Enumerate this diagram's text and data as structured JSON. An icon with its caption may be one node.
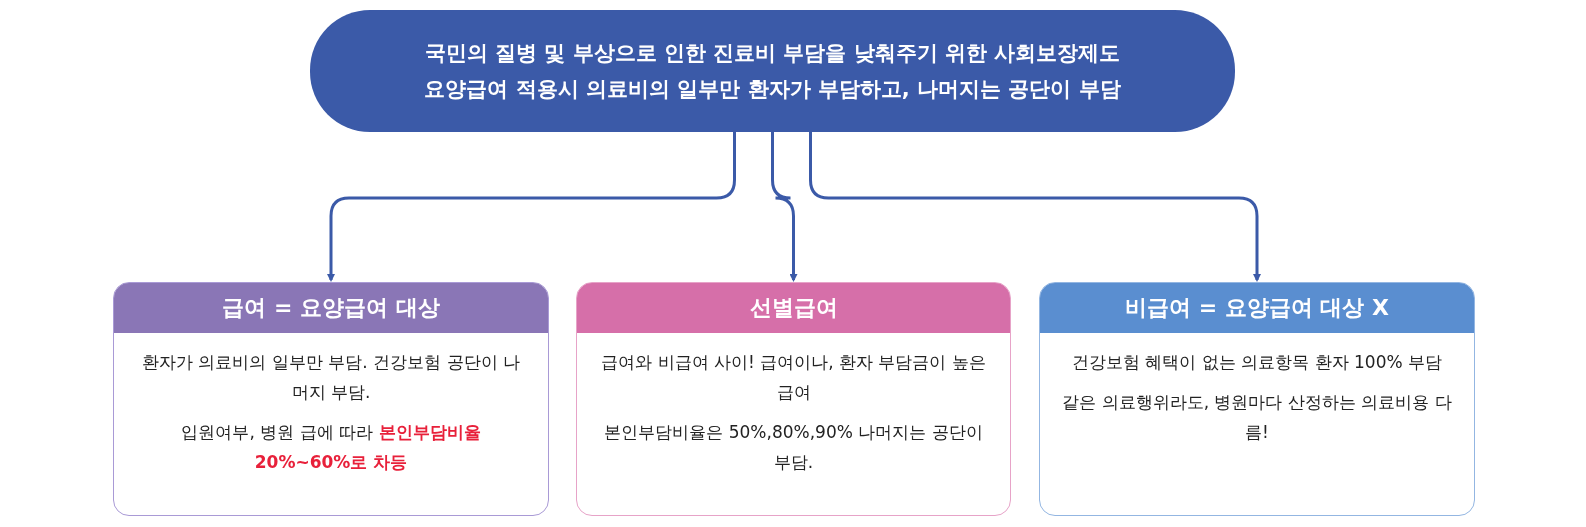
{
  "diagram": {
    "nodes": [
      {
        "text": [
          "국민의 질병 및 부상으로 인한 진료비 부담을 낮춰주기 위한 사회보장제도",
          "요양급여 적용시 의료비의 일부만 환자가 부담하고, 나머지는 공단이 부담"
        ]
      },
      {
        "text": [
          "급여 = 요양급여 대상",
          "환자가 의료비의 일부만 부담. 건강보험 공단이 나머지 부담.",
          "입원여부, 병원 급에 따라 **본인부담비율 20%~60%로 차등**"
        ]
      },
      {
        "text": [
          "선별급여",
          "급여와 비급여 사이! 급여이나, 환자 부담금이 높은 급여",
          "본인부담비율은 50%,80%,90% 나머지는 공단이 부담."
        ]
      },
      {
        "text": [
          "비급여 = 요양급여 대상 X",
          "건강보험 혜택이 없는 의료항목 환자 100% 부담",
          "같은 의료행위라도, 병원마다 산정하는 의료비용 다름!"
        ]
      }
    ],
    "edges": [
      {
        "from": 0,
        "to": 1,
        "arrow": "to"
      },
      {
        "from": 0,
        "to": 2,
        "arrow": "to"
      },
      {
        "from": 0,
        "to": 3,
        "arrow": "to"
      }
    ]
  }
}
